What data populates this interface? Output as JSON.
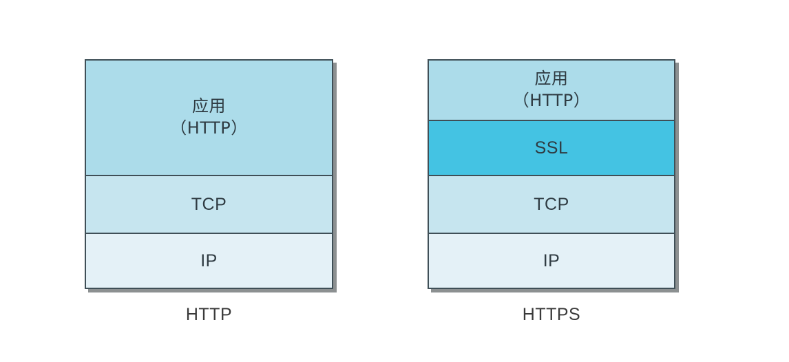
{
  "diagram": {
    "title": "HTTP vs HTTPS protocol stack comparison",
    "background_color": "#ffffff",
    "border_color": "#3f4f57",
    "shadow_color": "#787c7e",
    "text_color": "#2f3b42",
    "caption_color": "#3a3a3a"
  },
  "stacks": [
    {
      "id": "http",
      "caption": "HTTP",
      "layers": [
        {
          "name": "application",
          "line1": "应用",
          "line2": "（HTTP）",
          "fill": "#acdcea"
        },
        {
          "name": "tcp",
          "line1": "TCP",
          "line2": "",
          "fill": "#c6e5ef"
        },
        {
          "name": "ip",
          "line1": "IP",
          "line2": "",
          "fill": "#e4f1f7"
        }
      ]
    },
    {
      "id": "https",
      "caption": "HTTPS",
      "layers": [
        {
          "name": "application",
          "line1": "应用",
          "line2": "（HTTP）",
          "fill": "#acdcea"
        },
        {
          "name": "ssl",
          "line1": "SSL",
          "line2": "",
          "fill": "#44c3e3"
        },
        {
          "name": "tcp",
          "line1": "TCP",
          "line2": "",
          "fill": "#c6e5ef"
        },
        {
          "name": "ip",
          "line1": "IP",
          "line2": "",
          "fill": "#e4f1f7"
        }
      ]
    }
  ]
}
